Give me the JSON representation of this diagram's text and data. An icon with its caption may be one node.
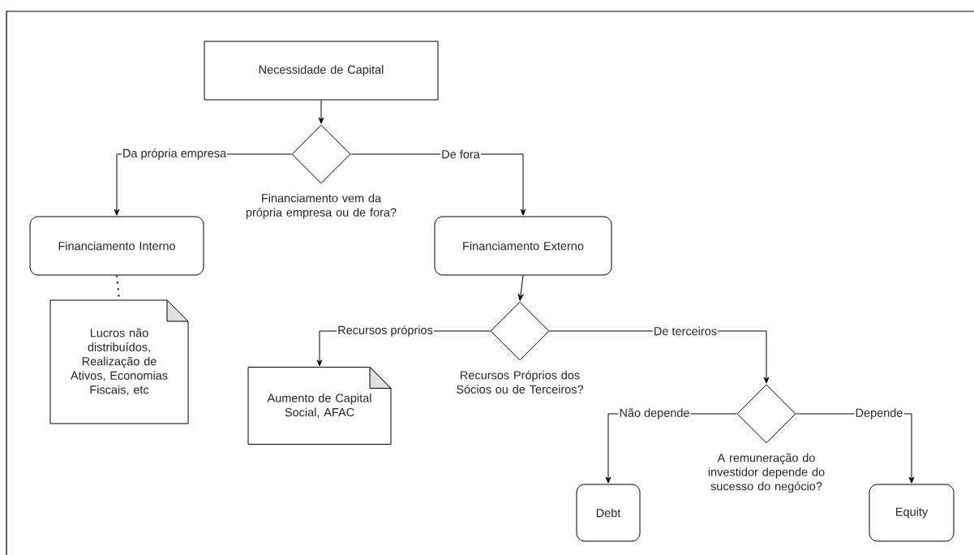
{
  "diagram": {
    "nodes": [
      {
        "text": [
          "Necessidade de Capital"
        ]
      },
      {
        "text": [
          "Financiamento vem da própria empresa ou de fora?"
        ]
      },
      {
        "text": [
          "Financiamento Interno"
        ]
      },
      {
        "text": [
          "Financiamento Externo"
        ]
      },
      {
        "text": [
          "Lucros não distribuídos, Realização de Ativos, Economias Fiscais, etc"
        ]
      },
      {
        "text": [
          "Recursos Próprios dos Sócios ou de Terceiros?"
        ]
      },
      {
        "text": [
          "Aumento de Capital Social, AFAC"
        ]
      },
      {
        "text": [
          "A  remuneração do investidor depende do sucesso do negócio?"
        ]
      },
      {
        "text": [
          "Debt"
        ]
      },
      {
        "text": [
          "Equity"
        ]
      }
    ],
    "edges": [
      {
        "from": 0,
        "to": 1,
        "arrow": "to"
      },
      {
        "from": 1,
        "to": 2,
        "arrow": "to",
        "label": "Da própria empresa"
      },
      {
        "from": 1,
        "to": 3,
        "arrow": "to",
        "label": "De fora"
      },
      {
        "from": 2,
        "to": 4,
        "arrow": "none",
        "style": "dashed"
      },
      {
        "from": 3,
        "to": 5,
        "arrow": "to"
      },
      {
        "from": 5,
        "to": 6,
        "arrow": "to",
        "label": "Recursos próprios"
      },
      {
        "from": 5,
        "to": 7,
        "arrow": "to",
        "label": "De terceiros"
      },
      {
        "from": 7,
        "to": 8,
        "arrow": "to",
        "label": "Não depende"
      },
      {
        "from": 7,
        "to": 9,
        "arrow": "to",
        "label": "Depende"
      }
    ]
  }
}
